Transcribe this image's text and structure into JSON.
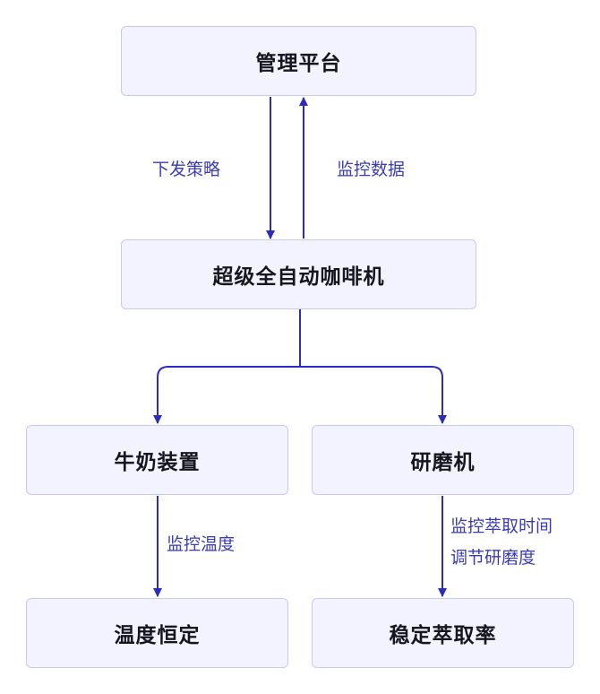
{
  "nodes": {
    "platform": "管理平台",
    "machine": "超级全自动咖啡机",
    "milk": "牛奶装置",
    "grinder": "研磨机",
    "temp": "温度恒定",
    "extract": "稳定萃取率"
  },
  "edges": {
    "down_label": "下发策略",
    "up_label": "监控数据",
    "milk_label": "监控温度",
    "grinder_label_line1": "监控萃取时间",
    "grinder_label_line2": "调节研磨度"
  },
  "colors": {
    "node_fill": "#f3f3ff",
    "node_border": "#c9c9ee",
    "edge": "#2b2bbf",
    "label": "#3b3bb5"
  }
}
